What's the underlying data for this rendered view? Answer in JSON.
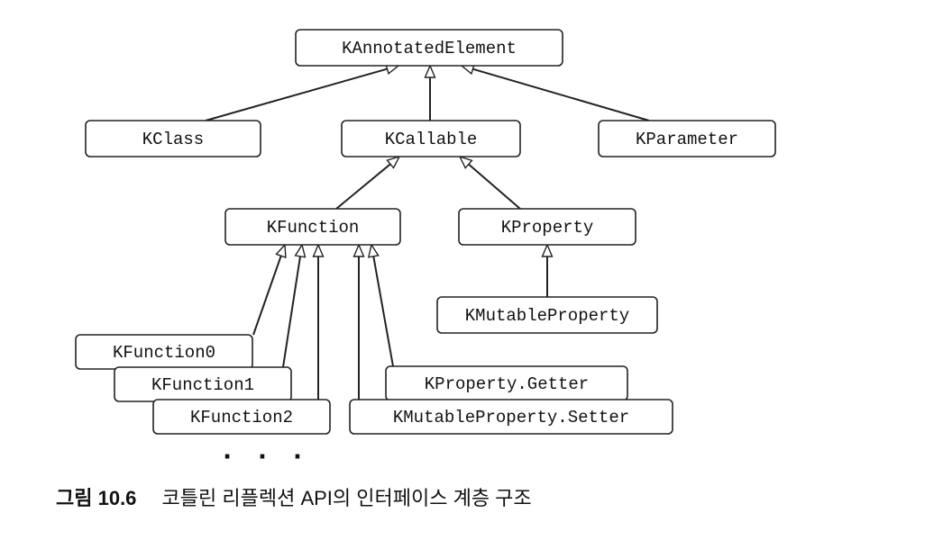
{
  "diagram": {
    "nodes": [
      {
        "id": "kannotatedelement",
        "label": "KAnnotatedElement"
      },
      {
        "id": "kclass",
        "label": "KClass"
      },
      {
        "id": "kcallable",
        "label": "KCallable"
      },
      {
        "id": "kparameter",
        "label": "KParameter"
      },
      {
        "id": "kfunction",
        "label": "KFunction"
      },
      {
        "id": "kproperty",
        "label": "KProperty"
      },
      {
        "id": "kmutableproperty",
        "label": "KMutableProperty"
      },
      {
        "id": "kfunction0",
        "label": "KFunction0"
      },
      {
        "id": "kfunction1",
        "label": "KFunction1"
      },
      {
        "id": "kfunction2",
        "label": "KFunction2"
      },
      {
        "id": "kproperty-getter",
        "label": "KProperty.Getter"
      },
      {
        "id": "kmutableproperty-setter",
        "label": "KMutableProperty.Setter"
      }
    ],
    "edges": [
      {
        "from": "kclass",
        "to": "kannotatedelement"
      },
      {
        "from": "kcallable",
        "to": "kannotatedelement"
      },
      {
        "from": "kparameter",
        "to": "kannotatedelement"
      },
      {
        "from": "kfunction",
        "to": "kcallable"
      },
      {
        "from": "kproperty",
        "to": "kcallable"
      },
      {
        "from": "kmutableproperty",
        "to": "kproperty"
      },
      {
        "from": "kfunction0",
        "to": "kfunction"
      },
      {
        "from": "kfunction1",
        "to": "kfunction"
      },
      {
        "from": "kfunction2",
        "to": "kfunction"
      },
      {
        "from": "kmutableproperty-setter",
        "to": "kfunction"
      },
      {
        "from": "kproperty-getter",
        "to": "kfunction"
      }
    ],
    "ellipsis": "· · ·"
  },
  "caption": {
    "label": "그림 10.6",
    "text": "코틀린 리플렉션 API의 인터페이스 계층 구조"
  }
}
